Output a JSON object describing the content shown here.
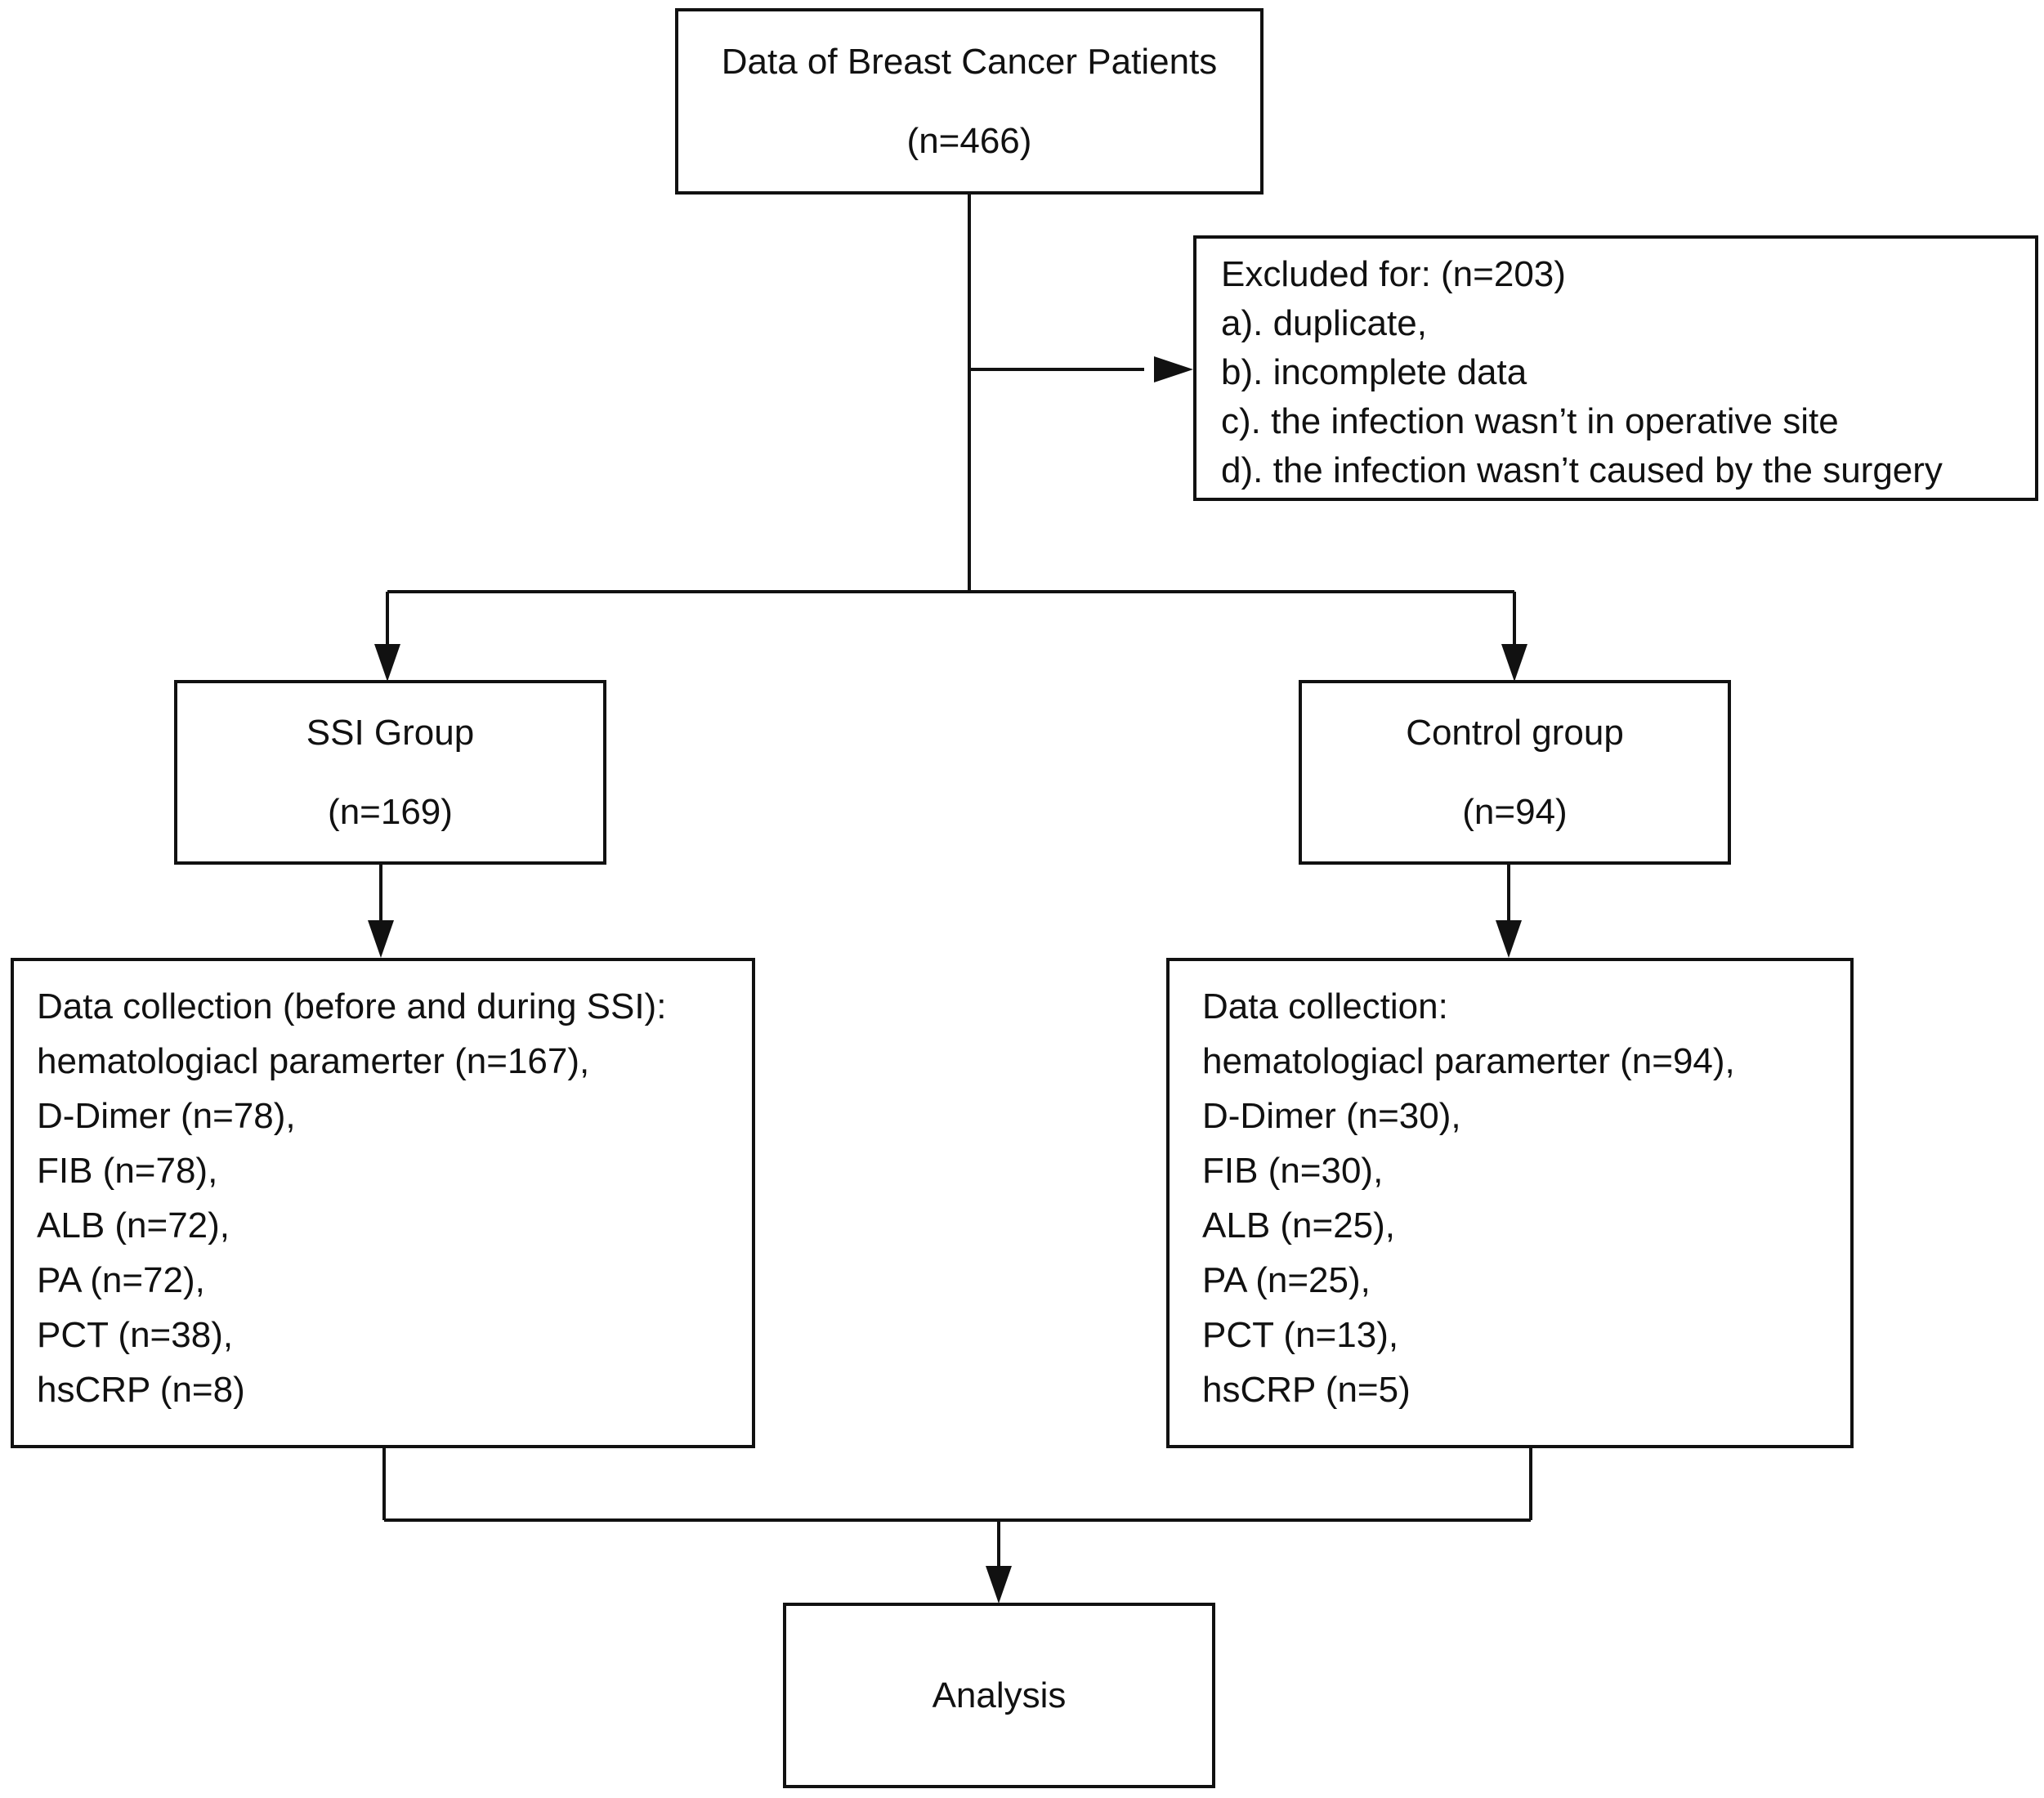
{
  "diagram": {
    "stroke_color": "#111111",
    "background_color": "#ffffff",
    "nodes": {
      "patients": {
        "title": "Data of Breast Cancer Patients",
        "count": "(n=466)"
      },
      "excluded": {
        "lines": [
          "Excluded for: (n=203)",
          "a). duplicate,",
          "b). incomplete data",
          "c). the infection wasn’t in operative site",
          "d). the infection wasn’t caused by the surgery"
        ]
      },
      "ssi_group": {
        "title": "SSI Group",
        "count": "(n=169)"
      },
      "control_group": {
        "title": "Control group",
        "count": "(n=94)"
      },
      "ssi_collection": {
        "lines": [
          "Data collection (before and during SSI):",
          "hematologiacl paramerter (n=167),",
          "D-Dimer (n=78),",
          "FIB (n=78),",
          "ALB (n=72),",
          "PA (n=72),",
          "PCT (n=38),",
          "hsCRP (n=8)"
        ]
      },
      "control_collection": {
        "lines": [
          "Data collection:",
          "hematologiacl paramerter (n=94),",
          "D-Dimer (n=30),",
          "FIB (n=30),",
          "ALB (n=25),",
          "PA (n=25),",
          "PCT (n=13),",
          "hsCRP (n=5)"
        ]
      },
      "analysis": {
        "title": "Analysis"
      }
    },
    "edges": [
      {
        "from": "patients",
        "to": "excluded"
      },
      {
        "from": "patients",
        "to": "ssi_group"
      },
      {
        "from": "patients",
        "to": "control_group"
      },
      {
        "from": "ssi_group",
        "to": "ssi_collection"
      },
      {
        "from": "control_group",
        "to": "control_collection"
      },
      {
        "from": "ssi_collection",
        "to": "analysis"
      },
      {
        "from": "control_collection",
        "to": "analysis"
      }
    ]
  }
}
